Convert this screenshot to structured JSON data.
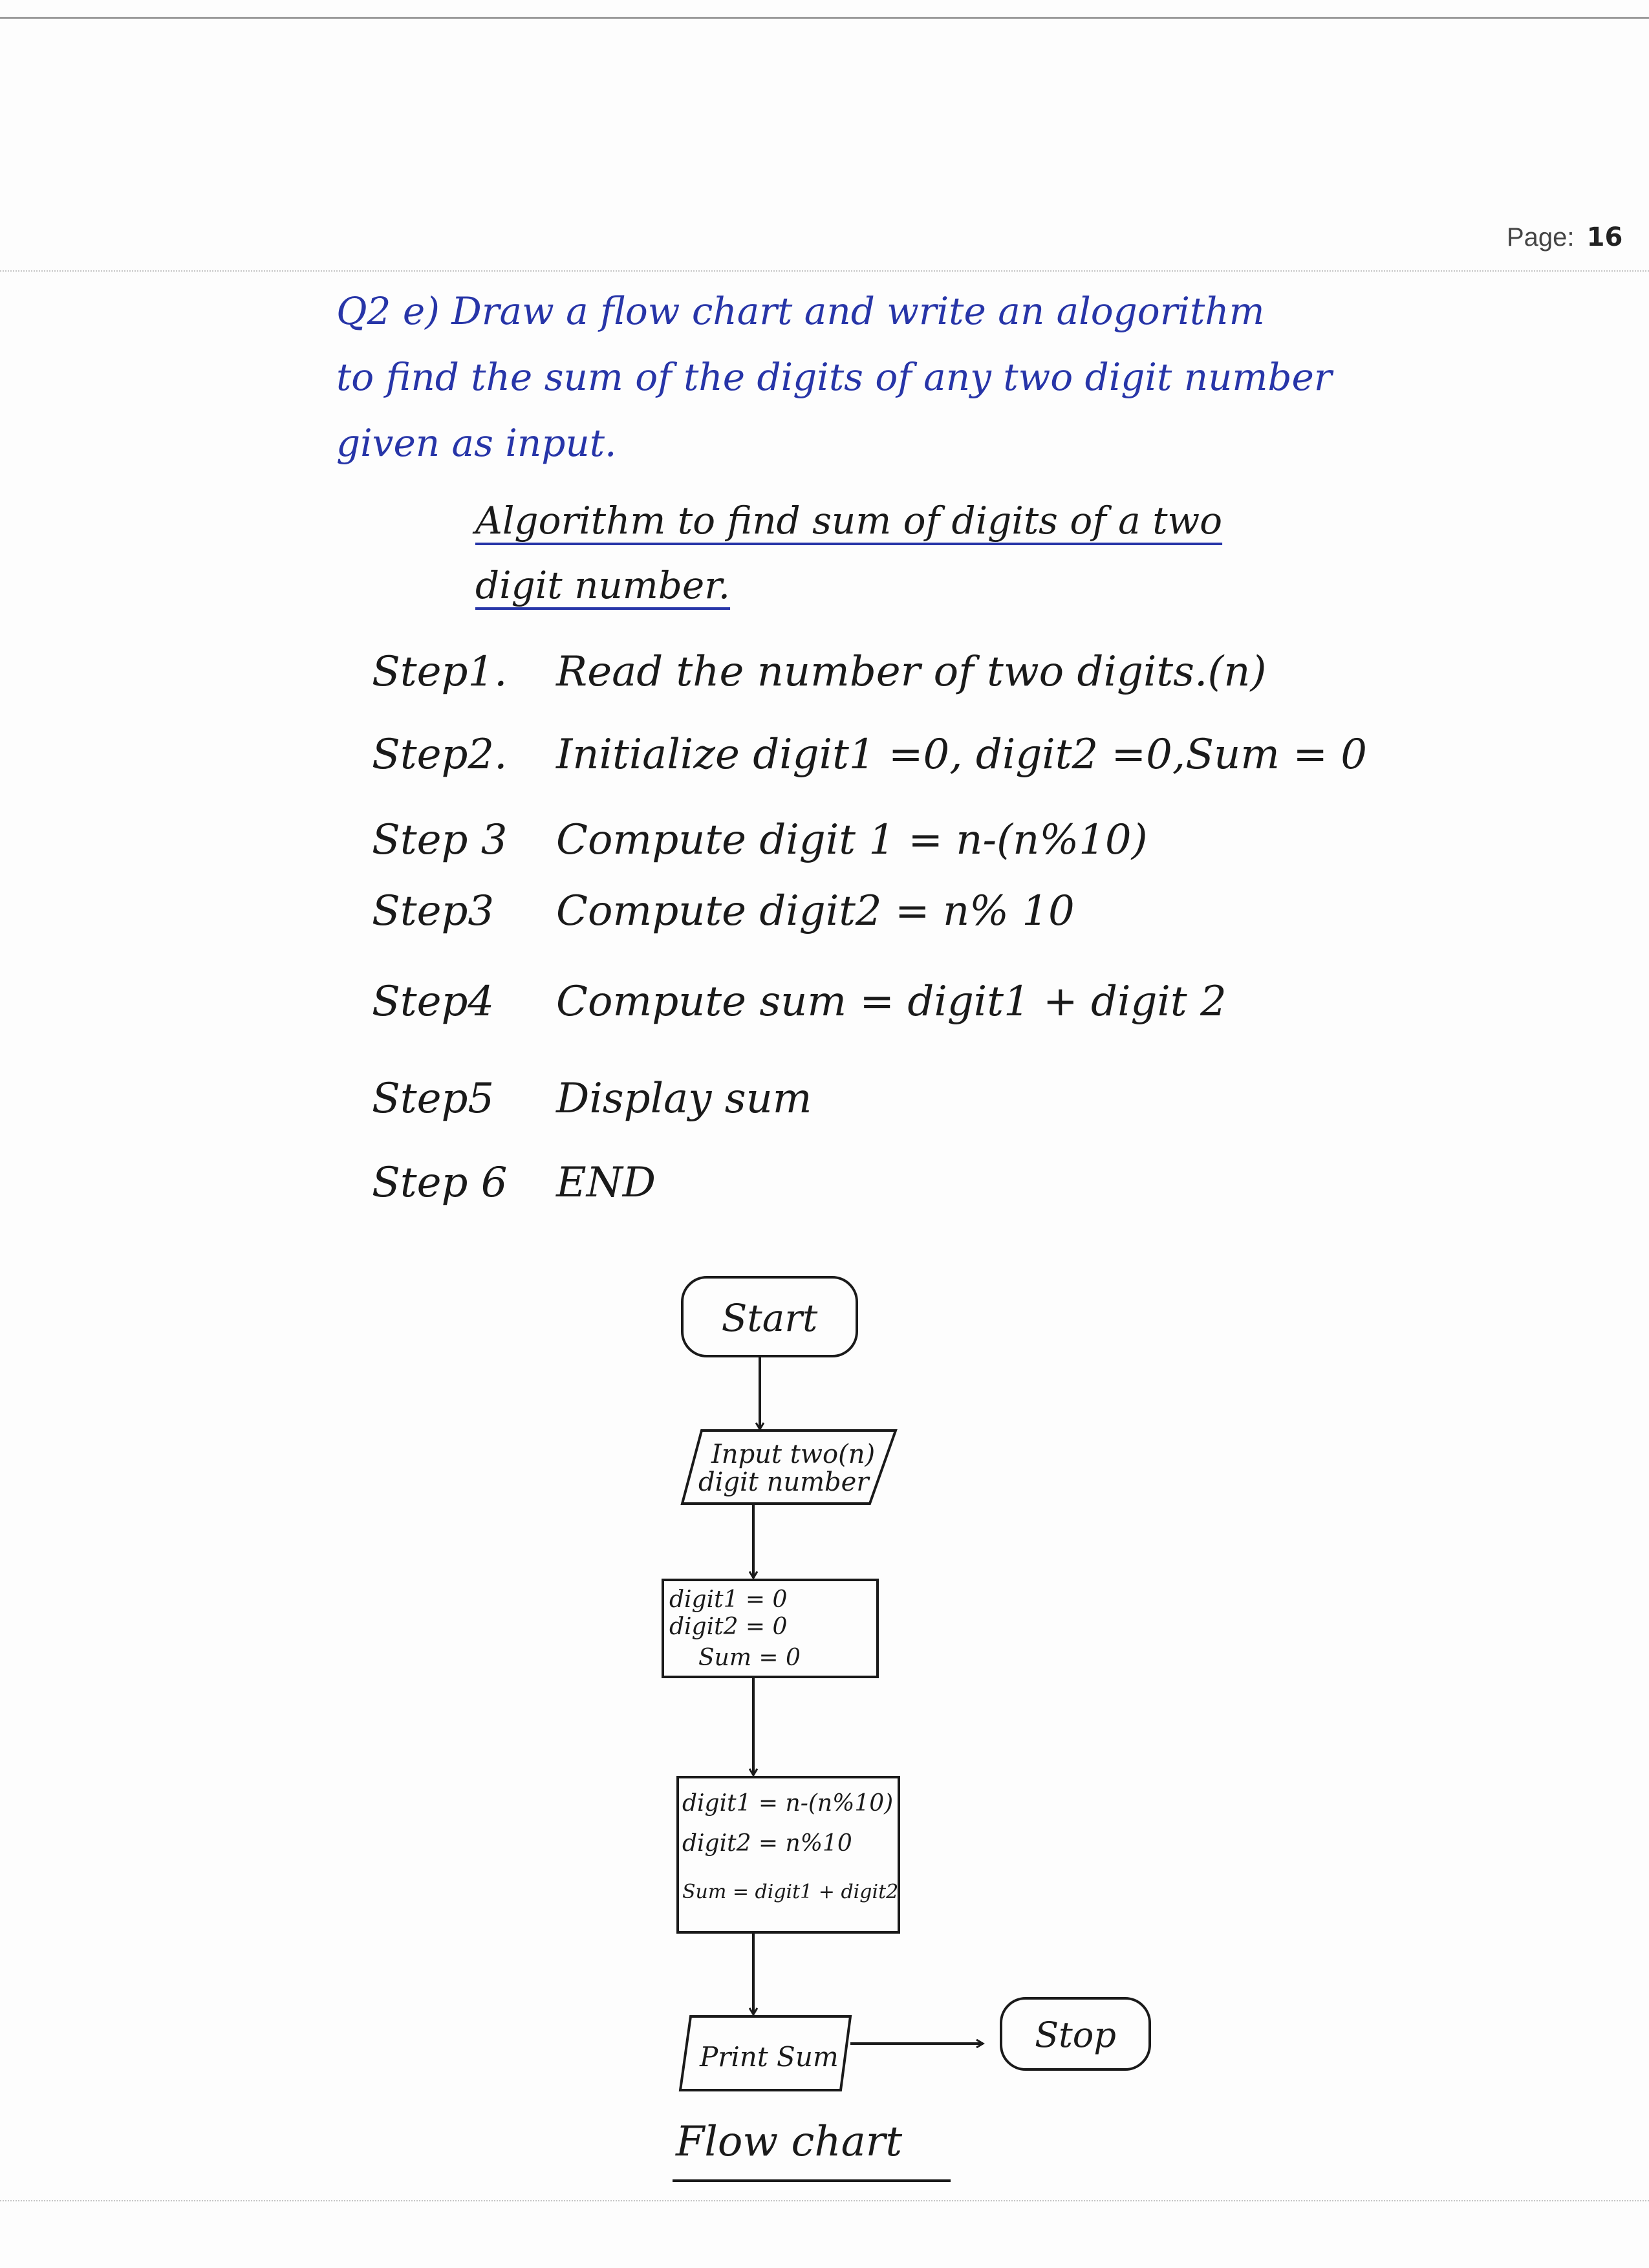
{
  "page": {
    "label": "Page:",
    "number": "16"
  },
  "question": {
    "lines": [
      "Q2 e) Draw a flow chart and write an alogorithm",
      "to find the sum of the digits of any two digit number",
      "given as input."
    ]
  },
  "algorithm": {
    "heading_lines": [
      "Algorithm to find sum of digits of a two",
      "digit number."
    ],
    "steps": [
      {
        "label": "Step1.",
        "text": "Read the number of two digits.(n)"
      },
      {
        "label": "Step2.",
        "text": "Initialize digit1 =0, digit2 =0,Sum = 0"
      },
      {
        "label": "Step 3",
        "text": "Compute digit 1 = n-(n%10)"
      },
      {
        "label": "Step3",
        "text": "Compute digit2 = n% 10"
      },
      {
        "label": "Step4",
        "text": "Compute sum = digit1 + digit 2"
      },
      {
        "label": "Step5",
        "text": "Display sum"
      },
      {
        "label": "Step 6",
        "text": "END"
      }
    ]
  },
  "flowchart": {
    "start": "Start",
    "input_lines": [
      "Input two(n)",
      "digit number"
    ],
    "init_lines": [
      "digit1 = 0",
      "digit2 = 0",
      "Sum = 0"
    ],
    "compute_lines": [
      "digit1 = n-(n%10)",
      "digit2 = n%10",
      "Sum = digit1 + digit2"
    ],
    "print": "Print Sum",
    "stop": "Stop",
    "caption": "Flow chart"
  },
  "colors": {
    "question_ink": "#2735a8",
    "ink": "#1a1a1a",
    "paper": "#fdfdfd"
  }
}
